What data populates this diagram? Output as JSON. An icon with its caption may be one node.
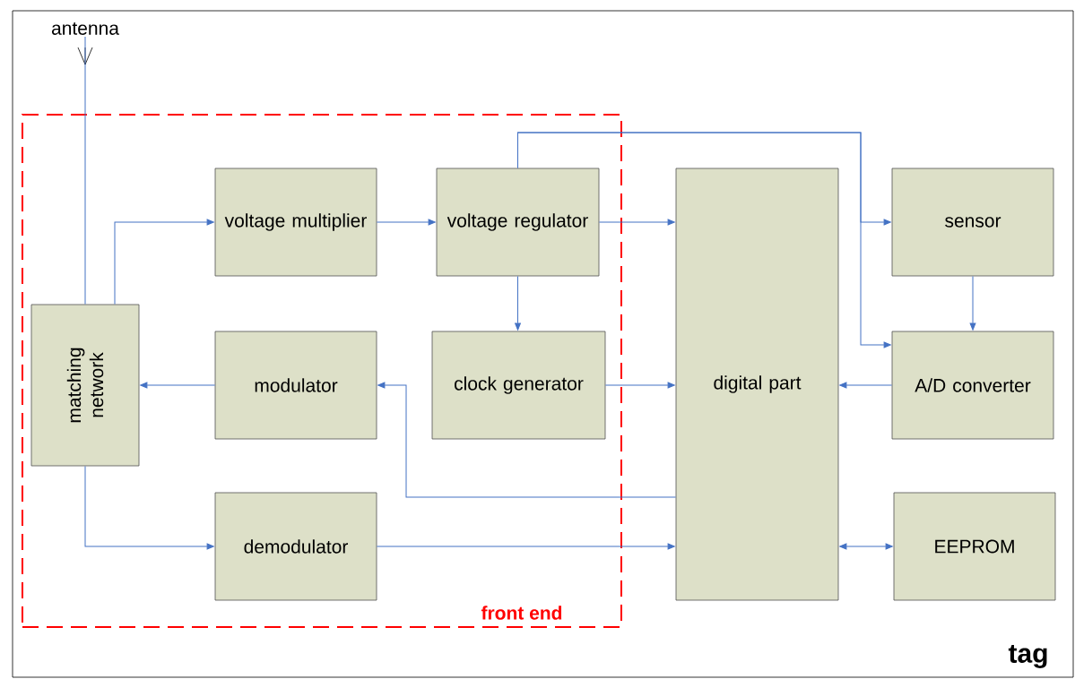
{
  "diagram": {
    "nodes": [
      {
        "text": [
          "tag"
        ]
      },
      {
        "text": [
          "front end"
        ],
        "in": 0
      },
      {
        "text": [
          "antenna"
        ],
        "in": 0
      },
      {
        "text": [
          "matching network"
        ],
        "in": 1
      },
      {
        "text": [
          "voltage multiplier"
        ],
        "in": 1
      },
      {
        "text": [
          "voltage regulator"
        ],
        "in": 1
      },
      {
        "text": [
          "modulator"
        ],
        "in": 1
      },
      {
        "text": [
          "clock generator"
        ],
        "in": 1
      },
      {
        "text": [
          "demodulator"
        ],
        "in": 1
      },
      {
        "text": [
          "digital part"
        ],
        "in": 0
      },
      {
        "text": [
          "sensor"
        ],
        "in": 0
      },
      {
        "text": [
          "A/D converter"
        ],
        "in": 0
      },
      {
        "text": [
          "EEPROM"
        ],
        "in": 0
      }
    ],
    "edges": [
      {
        "from": 2,
        "to": 3,
        "arrow": "none"
      },
      {
        "from": 3,
        "to": 4,
        "arrow": "to"
      },
      {
        "from": 4,
        "to": 5,
        "arrow": "to"
      },
      {
        "from": 5,
        "to": 9,
        "arrow": "to"
      },
      {
        "from": 5,
        "to": 7,
        "arrow": "to"
      },
      {
        "from": 5,
        "to": 10,
        "arrow": "to"
      },
      {
        "from": 5,
        "to": 11,
        "arrow": "to"
      },
      {
        "from": 10,
        "to": 11,
        "arrow": "to"
      },
      {
        "from": 11,
        "to": 9,
        "arrow": "to"
      },
      {
        "from": 7,
        "to": 9,
        "arrow": "to"
      },
      {
        "from": 6,
        "to": 3,
        "arrow": "to"
      },
      {
        "from": 9,
        "to": 6,
        "arrow": "to"
      },
      {
        "from": 3,
        "to": 8,
        "arrow": "to"
      },
      {
        "from": 8,
        "to": 9,
        "arrow": "to"
      },
      {
        "from": 9,
        "to": 12,
        "arrow": "both"
      }
    ]
  }
}
